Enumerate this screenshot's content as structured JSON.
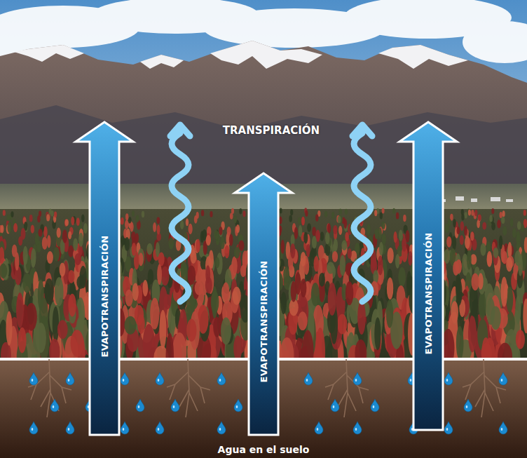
{
  "diagram": {
    "nodes": [
      {
        "text": [
          "EVAPOTRANSPIRACIÓN"
        ]
      },
      {
        "text": [
          "EVAPOTRANSPIRACIÓN"
        ]
      },
      {
        "text": [
          "EVAPOTRANSPIRACIÓN"
        ]
      },
      {
        "text": [
          "Agua en el suelo"
        ]
      }
    ],
    "labels": [
      "TRANSPIRACIÓN"
    ]
  }
}
